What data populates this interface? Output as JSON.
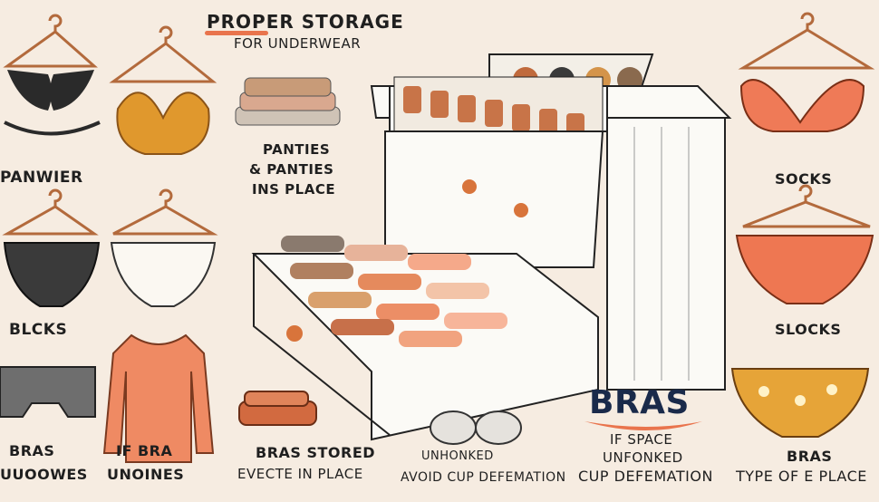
{
  "header": {
    "line1": "PROPER STORAGE",
    "line2": "FOR UNDERWEAR"
  },
  "labels": {
    "left_top": "PANWIER",
    "left_mid": "BLCKS",
    "left_bottom_1a": "BRAS",
    "left_bottom_1b": "UUOOWES",
    "left_bottom_2a": "IF BRA",
    "left_bottom_2b": "UNOINES",
    "center_1": "PANTIES",
    "center_2": "& PANTIES",
    "center_3": "INS PLACE",
    "bottom_center_1": "BRAS STORED",
    "bottom_center_2": "EVECTE IN PLACE",
    "bottom_mid_1": "UNHONKED",
    "bottom_mid_2": "AVOID CUP DEFEMATION",
    "bras_big": "BRAS",
    "bras_sub_1": "IF SPACE",
    "bras_sub_2": "UNFONKED",
    "bras_sub_3": "CUP DEFEMATION",
    "right_top": "SOCKS",
    "right_mid": "SLOCKS",
    "right_bottom_1": "BRAS",
    "right_bottom_2": "TYPE OF E PLACE"
  },
  "colors": {
    "accent": "#e9744d",
    "background": "#f6ece1",
    "drawer_white": "#fbfaf6"
  }
}
